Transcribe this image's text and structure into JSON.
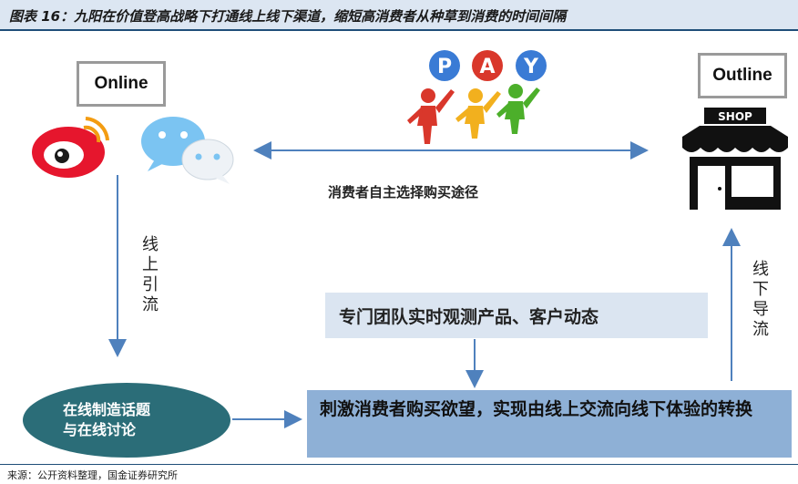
{
  "header": {
    "title": "图表 16：九阳在价值登高战略下打通线上线下渠道，缩短高消费者从种草到消费的时间间隔"
  },
  "nodes": {
    "online_label": "Online",
    "outline_label": "Outline",
    "pay_letters": [
      "P",
      "A",
      "Y"
    ],
    "shop_sign": "SHOP",
    "center_caption": "消费者自主选择购买途径",
    "online_traffic": "线上引流",
    "offline_traffic": "线下导流",
    "team_box": "专门团队实时观测产品、客户动态",
    "ellipse_line1": "在线制造话题",
    "ellipse_line2": "与在线讨论",
    "result_box": "刺激消费者购买欲望，实现由线上交流向线下体验的转换"
  },
  "colors": {
    "header_bg": "#dce6f2",
    "team_box_bg": "#dbe5f1",
    "result_box_bg": "#8eb0d6",
    "ellipse_bg": "#2b6d78",
    "arrow": "#4f81bd",
    "weibo_red": "#e6162d",
    "wechat_blue": "#7bc4f2",
    "pay_p": "#3a7bd5",
    "pay_a": "#d9372b",
    "pay_y": "#3a7bd5"
  },
  "icons": {
    "weibo": "weibo-icon",
    "wechat": "wechat-icon",
    "shop": "shop-icon",
    "people": "people-icon"
  },
  "source": "来源：公开资料整理，国金证券研究所"
}
